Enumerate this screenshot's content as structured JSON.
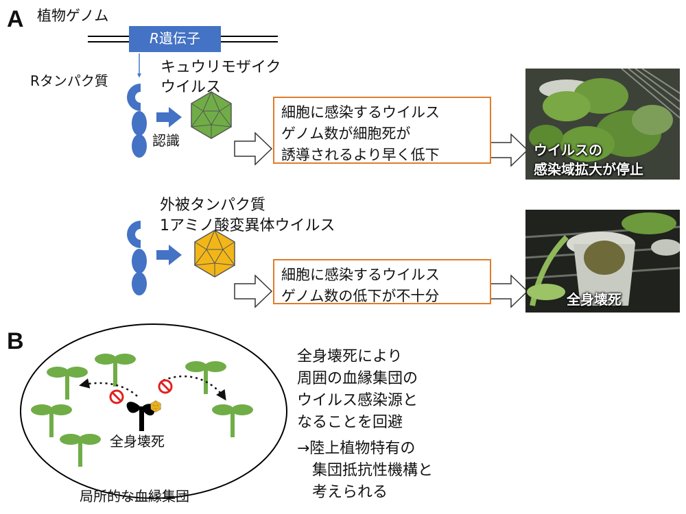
{
  "panel_a": {
    "label": "A",
    "genome_label": "植物ゲノム",
    "gene_name_italic": "R",
    "gene_name_rest": "遺伝子",
    "r_protein_label": "Rタンパク質",
    "recognize_label": "認識",
    "virus_wt_line1": "キュウリモザイク",
    "virus_wt_line2": "ウイルス",
    "box1_line1": "細胞に感染するウイルス",
    "box1_line2": "ゲノム数が細胞死が",
    "box1_line3": "誘導されるより早く低下",
    "photo1_line1": "ウイルスの",
    "photo1_line2": "感染域拡大が停止",
    "mutant_line1": "外被タンパク質",
    "mutant_line2": "1アミノ酸変異体ウイルス",
    "box2_line1": "細胞に感染するウイルス",
    "box2_line2": "ゲノム数の低下が不十分",
    "photo2_label": "全身壊死"
  },
  "panel_b": {
    "label": "B",
    "necrosis_label": "全身壊死",
    "population_label": "局所的な血縁集団",
    "text_line1": "全身壊死により",
    "text_line2": "周囲の血縁集団の",
    "text_line3": "ウイルス感染源と",
    "text_line4": "なることを回避",
    "text_line5": "→陸上植物特有の",
    "text_line6": "集団抵抗性機構と",
    "text_line7": "考えられる"
  },
  "colors": {
    "gene_box": "#4472c4",
    "protein": "#4472c4",
    "virus_wt": "#70ad47",
    "virus_mutant": "#f2b619",
    "box_border": "#e07b2a",
    "seedling": "#70ad47",
    "prohibit": "#e02020"
  }
}
